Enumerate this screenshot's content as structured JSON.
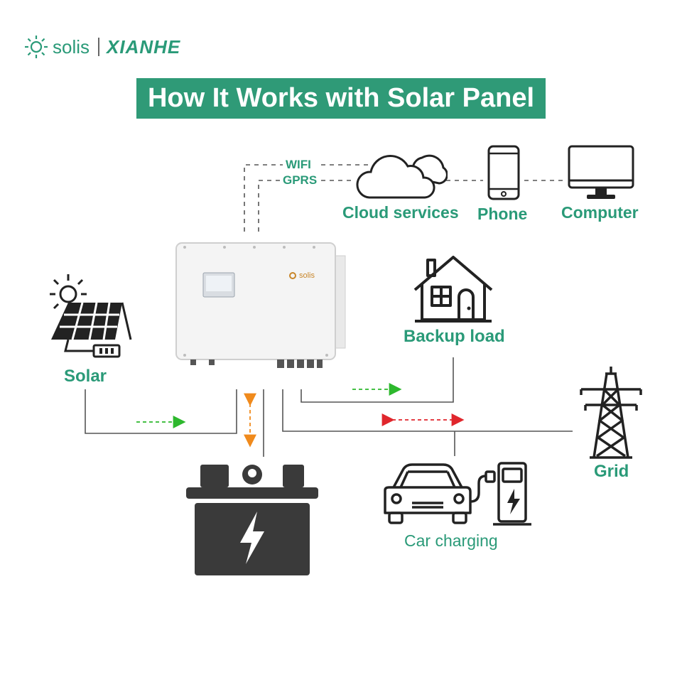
{
  "brand": {
    "logo_text": "solis",
    "partner_text": "XIANHE"
  },
  "title": "How It Works with Solar Panel",
  "inverter": {
    "logo_text": "solis"
  },
  "links": {
    "wifi": "WIFI",
    "gprs": "GPRS"
  },
  "nodes": {
    "cloud": "Cloud services",
    "phone": "Phone",
    "computer": "Computer",
    "backup": "Backup load",
    "solar": "Solar",
    "grid": "Grid",
    "car": "Car charging"
  },
  "colors": {
    "accent": "#2f9a77",
    "flow_green": "#2db82d",
    "flow_orange": "#f08a1c",
    "flow_red": "#e0262c",
    "icon_dark": "#3a3a3a"
  }
}
